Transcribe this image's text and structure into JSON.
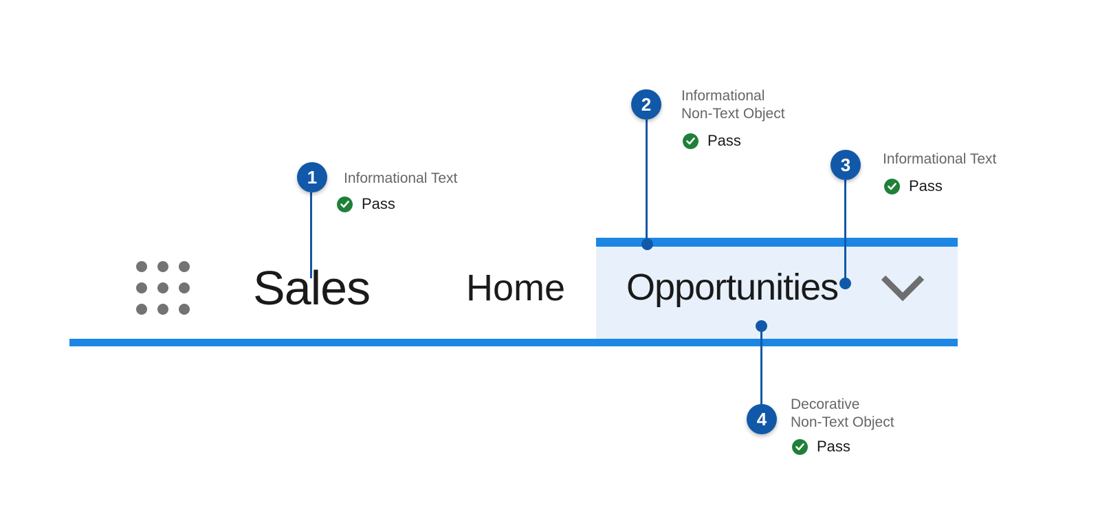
{
  "figure": {
    "description": "Accessibility annotation diagram of app navigation bar"
  },
  "nav": {
    "app_name": "Sales",
    "items": [
      {
        "label": "Home",
        "state": "default"
      },
      {
        "label": "Opportunities",
        "state": "selected"
      }
    ]
  },
  "icons": {
    "waffle_menu": "3x3-dot-grid",
    "chevron_down": "v-chevron",
    "pass_check": "check-circle"
  },
  "annotations": [
    {
      "number": "1",
      "label_lines": [
        "Informational Text"
      ],
      "status": "Pass"
    },
    {
      "number": "2",
      "label_lines": [
        "Informational",
        "Non-Text Object"
      ],
      "status": "Pass"
    },
    {
      "number": "3",
      "label_lines": [
        "Informational Text"
      ],
      "status": "Pass"
    },
    {
      "number": "4",
      "label_lines": [
        "Decorative",
        "Non-Text Object"
      ],
      "status": "Pass"
    }
  ],
  "colors": {
    "accent_blue": "#1b86e4",
    "callout_blue": "#1158a8",
    "tab_fill": "#e8f1fb",
    "pass_green": "#1f8038",
    "label_gray": "#666666",
    "text_dark": "#1a1a1a",
    "icon_gray": "#737373",
    "chevron_gray": "#6e6e6e"
  }
}
